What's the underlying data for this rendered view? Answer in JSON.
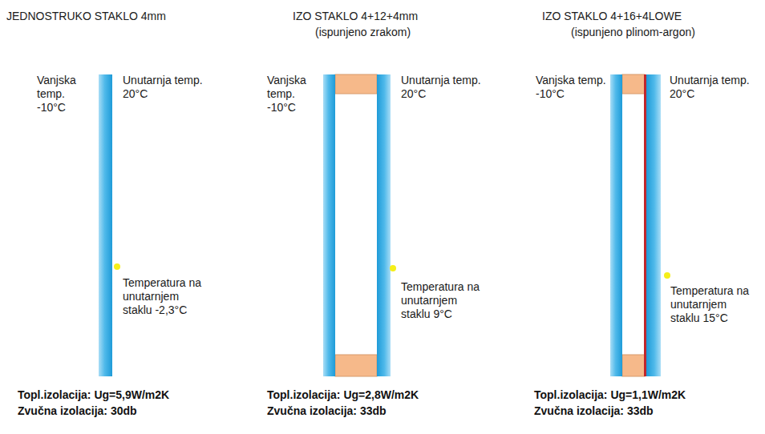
{
  "diagram": {
    "labels": [
      "JEDNOSTRUKO STAKLO 4mm",
      "Vanjska temp. -10°C",
      "Unutarnja temp. 20°C",
      "Temperatura na unutarnjem staklu -2,3°C",
      "Topl.izolacija: Ug=5,9W/m2K",
      "Zvučna izolacija: 30db",
      "IZO STAKLO 4+12+4mm",
      "(ispunjeno zrakom)",
      "Vanjska temp. -10°C",
      "Unutarnja temp. 20°C",
      "Temperatura na unutarnjem staklu 9°C",
      "Topl.izolacija: Ug=2,8W/m2K",
      "Zvučna izolacija: 33db",
      "IZO STAKLO 4+16+4LOWE",
      "(ispunjeno plinom-argon)",
      "Vanjska temp. -10°C",
      "Unutarnja temp. 20°C",
      "Temperatura na unutarnjem staklu 15°C",
      "Topl.izolacija: Ug=1,1W/m2K",
      "Zvučna izolacija: 33db"
    ]
  }
}
